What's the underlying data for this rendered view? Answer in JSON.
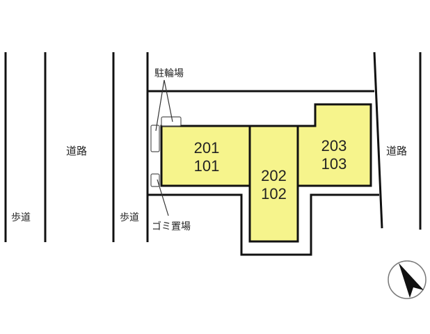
{
  "labels": {
    "road_left": "道路",
    "road_right": "道路",
    "sidewalk_left": "歩道",
    "sidewalk_inner": "歩道",
    "bicycle_parking": "駐輪場",
    "garbage_area": "ゴミ置場"
  },
  "units": [
    {
      "upper": "201",
      "lower": "101"
    },
    {
      "upper": "202",
      "lower": "102"
    },
    {
      "upper": "203",
      "lower": "103"
    }
  ],
  "colors": {
    "building_fill": "#f6f48c",
    "line": "#111111"
  },
  "compass": {
    "icon": "north-arrow-icon"
  }
}
